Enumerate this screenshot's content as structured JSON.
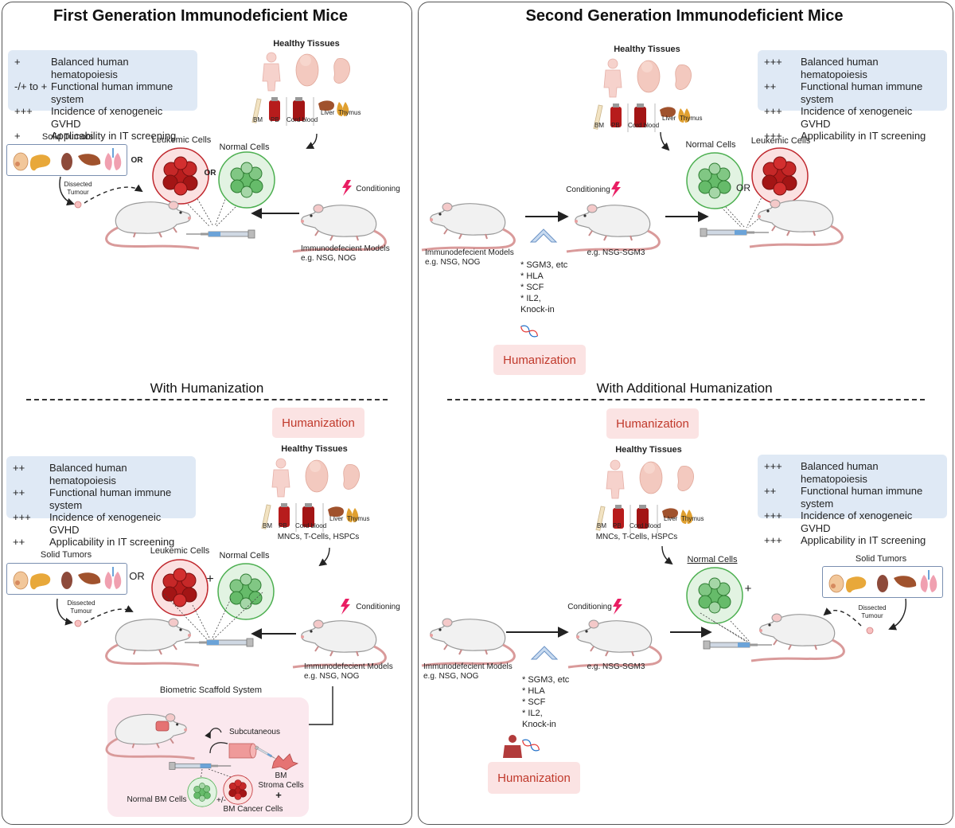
{
  "left": {
    "title": "First Generation Immunodeficient Mice",
    "top_info": [
      {
        "sym": "+",
        "text": "Balanced human hematopoiesis"
      },
      {
        "sym": "-/+ to +",
        "text": "Functional human immune system"
      },
      {
        "sym": "+++",
        "text": "Incidence of xenogeneic GVHD"
      },
      {
        "sym": "+",
        "text": "Applicability in IT screening"
      }
    ],
    "healthy_tissues": "Healthy Tissues",
    "tissue_labels": {
      "bm": "BM",
      "pb": "PB",
      "cord": "Cord blood",
      "liver": "Liver",
      "thymus": "Thymus"
    },
    "solid_tumors": "Solid Tumors",
    "dissected": "Dissected\nTumour",
    "or": "OR",
    "leukemic": "Leukemic Cells",
    "normal": "Normal Cells",
    "conditioning": "Conditioning",
    "models": "Immunodefecient Models\ne.g. NSG, NOG",
    "section2_title": "With Humanization",
    "humanization": "Humanization",
    "bottom_info": [
      {
        "sym": "++",
        "text": "Balanced human hematopoiesis"
      },
      {
        "sym": "++",
        "text": "Functional human immune system"
      },
      {
        "sym": "+++",
        "text": "Incidence of xenogeneic GVHD"
      },
      {
        "sym": "++",
        "text": "Applicability in IT screening"
      }
    ],
    "mnc": "MNCs, T-Cells, HSPCs",
    "plus": "+",
    "scaffold_title": "Biometric Scaffold System",
    "subcutaneous": "Subcutaneous",
    "bm_stroma": "BM\nStroma Cells",
    "normal_bm": "Normal BM Cells",
    "bm_cancer": "BM Cancer Cells",
    "plusminus": "+/-"
  },
  "right": {
    "title": "Second Generation Immunodeficient Mice",
    "top_info": [
      {
        "sym": "+++",
        "text": "Balanced human hematopoiesis"
      },
      {
        "sym": "++",
        "text": "Functional human immune system"
      },
      {
        "sym": "+++",
        "text": "Incidence of xenogeneic GVHD"
      },
      {
        "sym": "+++",
        "text": "Applicability in IT screening"
      }
    ],
    "healthy_tissues": "Healthy Tissues",
    "models": "Immunodefecient Models\ne.g. NSG, NOG",
    "conditioning": "Conditioning",
    "nsg_sgm3": "e.g. NSG-SGM3",
    "knockin": "* SGM3, etc\n* HLA\n* SCF\n* IL2,\nKnock-in",
    "humanization": "Humanization",
    "normal": "Normal Cells",
    "leukemic": "Leukemic Cells",
    "or": "OR",
    "section2_title": "With Additional Humanization",
    "bottom_info": [
      {
        "sym": "+++",
        "text": "Balanced human hematopoiesis"
      },
      {
        "sym": "++",
        "text": "Functional human immune system"
      },
      {
        "sym": "+++",
        "text": "Incidence of xenogeneic GVHD"
      },
      {
        "sym": "+++",
        "text": "Applicability in IT screening"
      }
    ],
    "mnc": "MNCs, T-Cells, HSPCs",
    "plus": "+",
    "solid_tumors": "Solid Tumors",
    "dissected": "Dissected\nTumour"
  },
  "colors": {
    "info_bg": "#dfe9f5",
    "hum_bg": "#fbe3e3",
    "hum_text": "#c0392b",
    "leukemic": "#c0282e",
    "normal": "#4caf50"
  }
}
